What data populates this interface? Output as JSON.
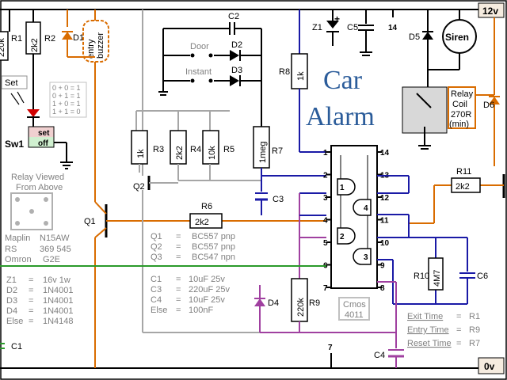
{
  "title": {
    "line1": "Car",
    "line2": "Alarm"
  },
  "rails": {
    "top": "12v",
    "bottom": "0v"
  },
  "components": {
    "r1": {
      "label": "R1",
      "value": "220k"
    },
    "r2": {
      "label": "R2",
      "value": "2k2"
    },
    "d1": "D1",
    "entry_buzzer": {
      "line1": "entry",
      "line2": "buzzer"
    },
    "set": "Set",
    "sw1": {
      "label": "Sw1",
      "set": "set",
      "off": "off"
    },
    "r3": {
      "label": "R3",
      "value": "1k"
    },
    "r4": {
      "label": "R4",
      "value": "2k2"
    },
    "r5": {
      "label": "R5",
      "value": "10k"
    },
    "q2": "Q2",
    "q1": "Q1",
    "r6": {
      "label": "R6",
      "value": "2k2"
    },
    "c2": "C2",
    "door": "Door",
    "instant": "Instant",
    "d2": "D2",
    "d3": "D3",
    "r7": {
      "label": "R7",
      "value": "1meg"
    },
    "c3": "C3",
    "r8": {
      "label": "R8",
      "value": "1k"
    },
    "z1": "Z1",
    "c5": "C5",
    "pin14": "14",
    "d5": "D5",
    "siren": "Siren",
    "relay": {
      "line1": "Relay",
      "line2": "Coil",
      "line3": "270R",
      "line4": "(min)"
    },
    "d6": "D6",
    "r11": {
      "label": "R11",
      "value": "2k2"
    },
    "r9": {
      "label": "R9",
      "value": "220k"
    },
    "r10": {
      "label": "R10",
      "value": "4M7"
    },
    "c6": "C6",
    "d4": "D4",
    "c4": "C4",
    "pin7": "7",
    "c1": "C1",
    "ic": {
      "line1": "Cmos",
      "line2": "4011"
    }
  },
  "ic_pins": {
    "left": [
      "1",
      "2",
      "3",
      "4",
      "5",
      "6",
      "7"
    ],
    "right": [
      "14",
      "13",
      "12",
      "11",
      "10",
      "9",
      "8"
    ]
  },
  "gates": [
    "1",
    "4",
    "2",
    "3"
  ],
  "truth_table": [
    "0 + 0 = 1",
    "0 + 1 = 1",
    "1 + 0 = 1",
    "1 + 1 = 0"
  ],
  "relay_view": {
    "line1": "Relay Viewed",
    "line2": "From Above"
  },
  "suppliers": [
    {
      "name": "Maplin",
      "code": "N15AW"
    },
    {
      "name": "RS",
      "code": "369 545"
    },
    {
      "name": "Omron",
      "code": "G2E"
    }
  ],
  "transistors": [
    {
      "ref": "Q1",
      "eq": "=",
      "part": "BC557 pnp"
    },
    {
      "ref": "Q2",
      "eq": "=",
      "part": "BC557 pnp"
    },
    {
      "ref": "Q3",
      "eq": "=",
      "part": "BC547 npn"
    }
  ],
  "capacitors": [
    {
      "ref": "C1",
      "eq": "=",
      "part": "10uF 25v"
    },
    {
      "ref": "C3",
      "eq": "=",
      "part": "220uF 25v"
    },
    {
      "ref": "C4",
      "eq": "=",
      "part": "10uF 25v"
    },
    {
      "ref": "Else",
      "eq": "=",
      "part": "100nF"
    }
  ],
  "diodes": [
    {
      "ref": "Z1",
      "eq": "=",
      "part": "16v 1w"
    },
    {
      "ref": "D2",
      "eq": "=",
      "part": "1N4001"
    },
    {
      "ref": "D3",
      "eq": "=",
      "part": "1N4001"
    },
    {
      "ref": "D4",
      "eq": "=",
      "part": "1N4001"
    },
    {
      "ref": "Else",
      "eq": "=",
      "part": "1N4148"
    }
  ],
  "timings": [
    {
      "name": "Exit Time",
      "eq": "=",
      "ref": "R1"
    },
    {
      "name": "Entry Time",
      "eq": "=",
      "ref": "R9"
    },
    {
      "name": "Reset Time",
      "eq": "=",
      "ref": "R7"
    }
  ]
}
